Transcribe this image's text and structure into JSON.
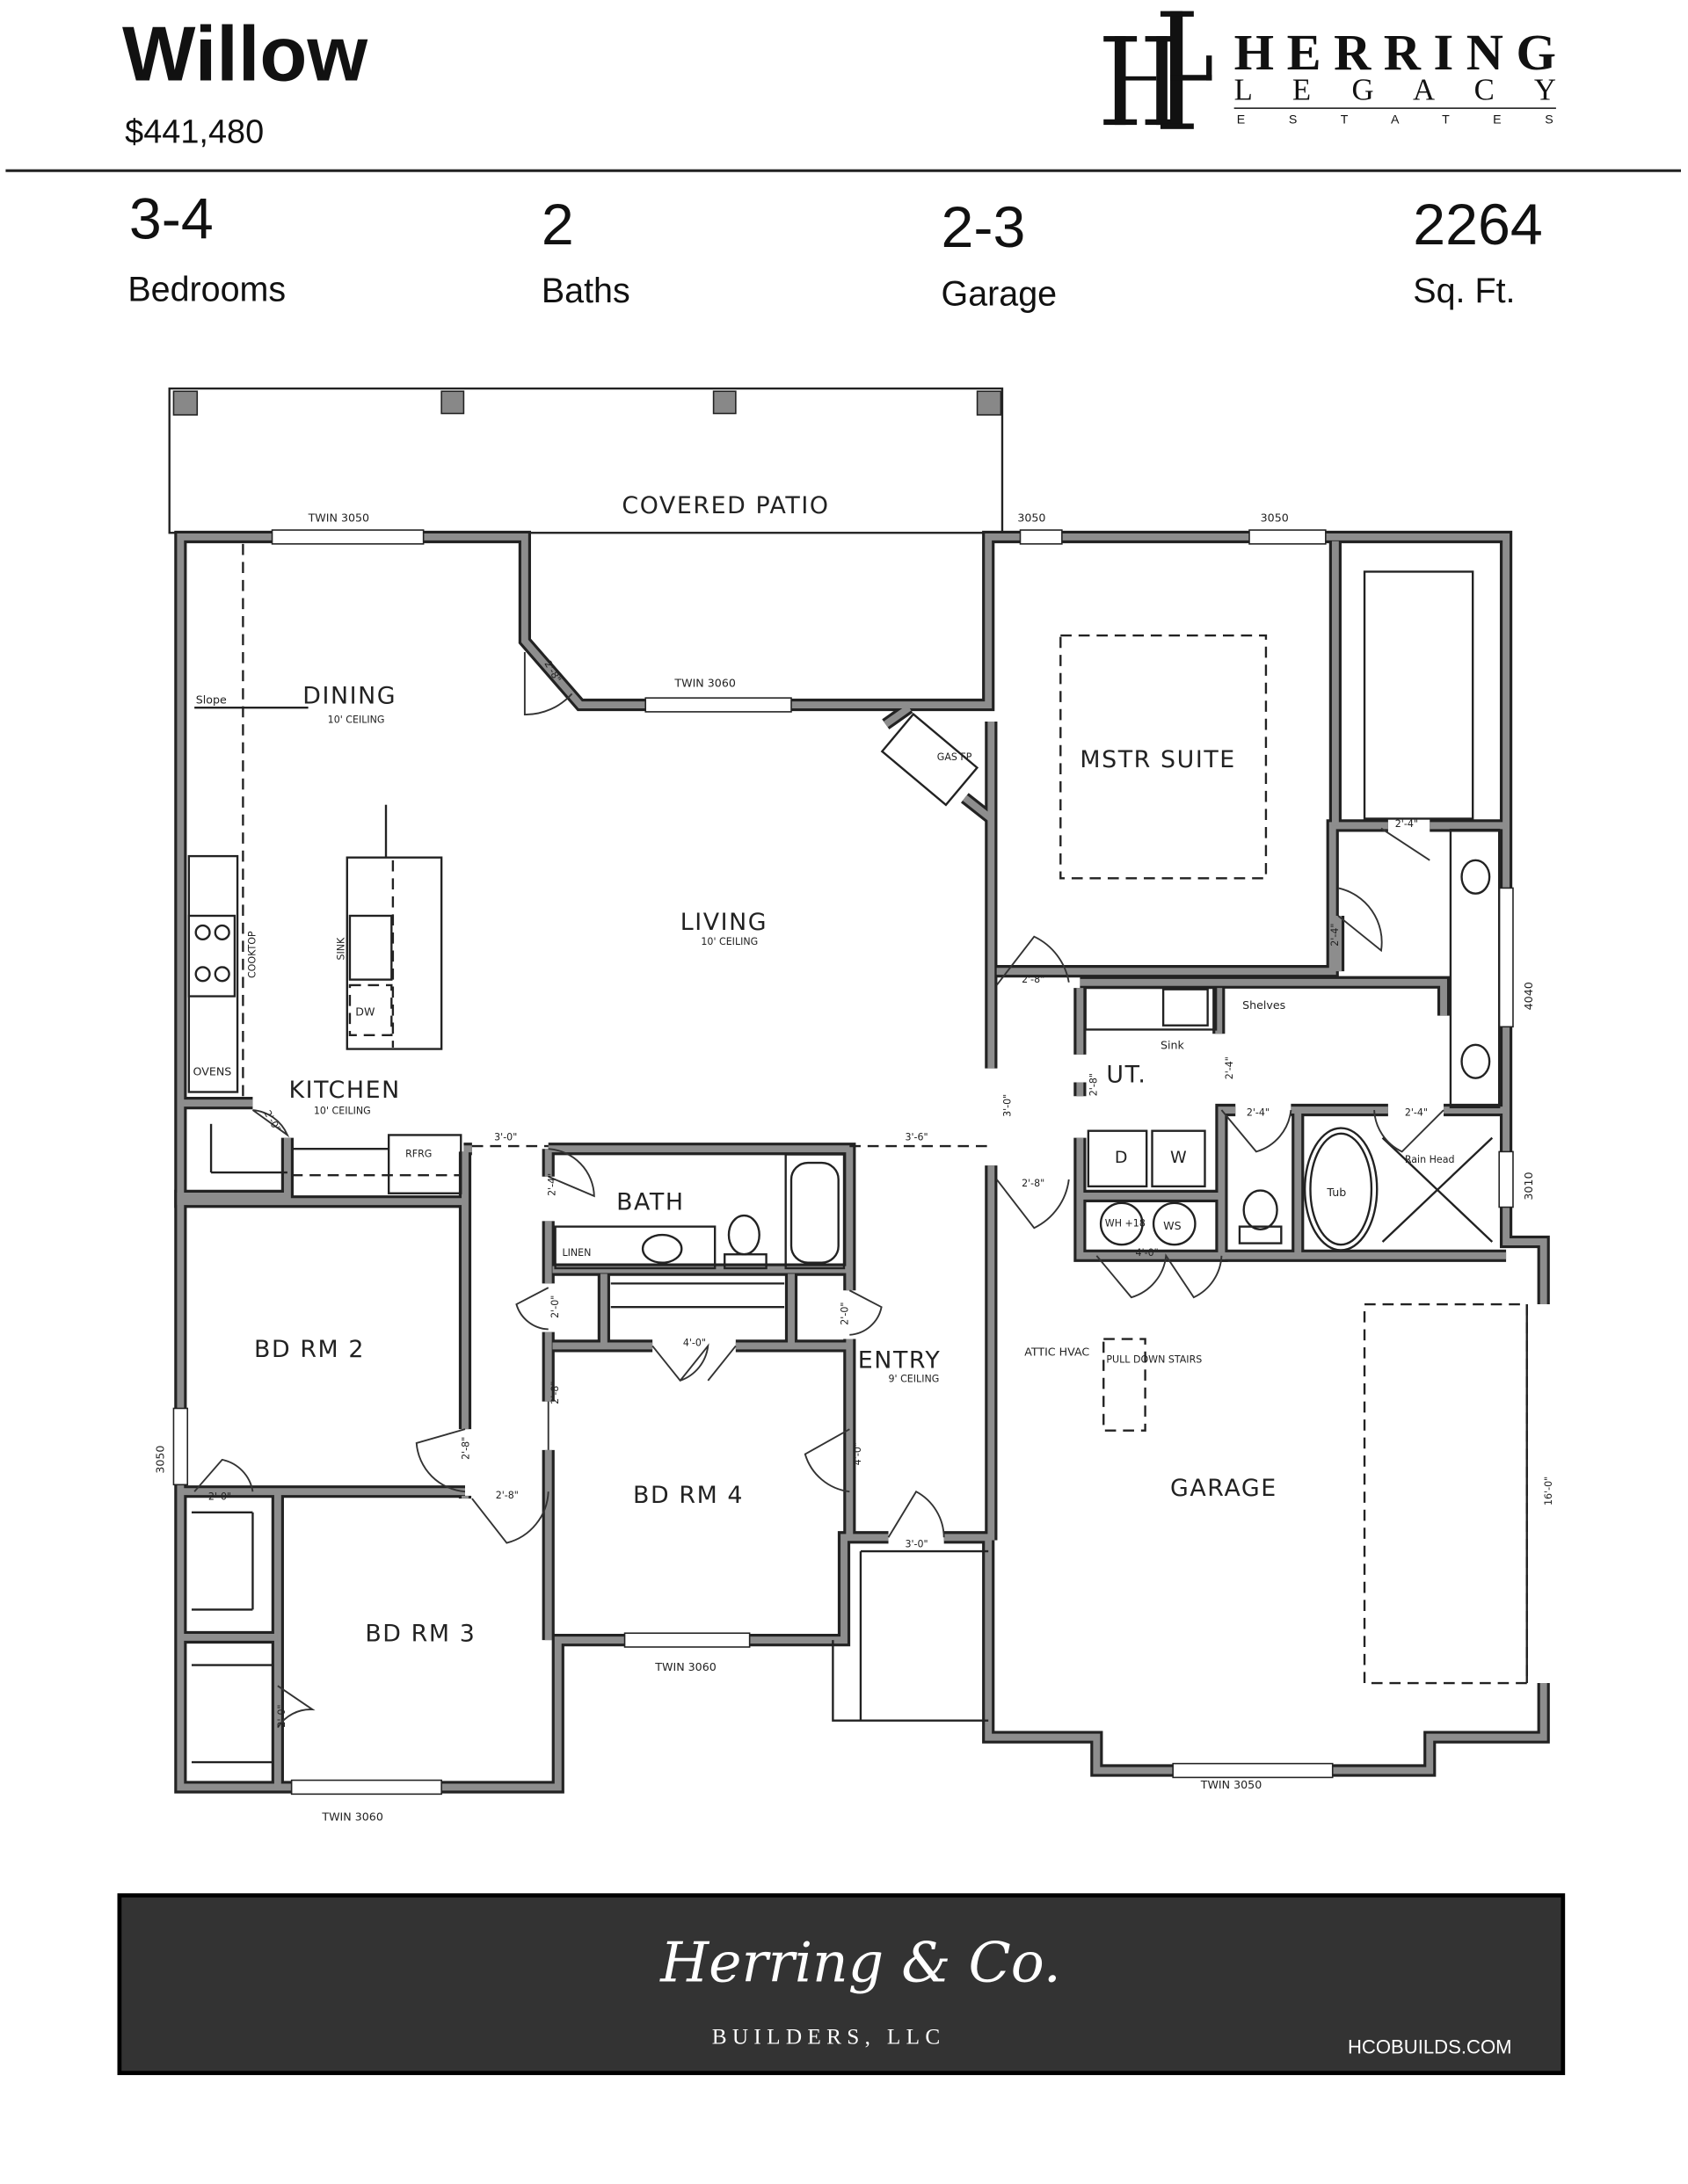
{
  "header": {
    "plan_name": "Willow",
    "price": "$441,480",
    "logo": {
      "line1": "HERRING",
      "line2": "LEGACY",
      "line3": "ESTATES"
    }
  },
  "stats": [
    {
      "value": "3-4",
      "label": "Bedrooms"
    },
    {
      "value": "2",
      "label": "Baths"
    },
    {
      "value": "2-3",
      "label": "Garage"
    },
    {
      "value": "2264",
      "label": "Sq. Ft."
    }
  ],
  "floorplan": {
    "rooms": {
      "covered_patio": "COVERED PATIO",
      "dining": "DINING",
      "dining_ceiling": "10' CEILING",
      "living": "LIVING",
      "living_ceiling": "10' CEILING",
      "kitchen": "KITCHEN",
      "kitchen_ceiling": "10' CEILING",
      "mstr_suite": "MSTR SUITE",
      "bath": "BATH",
      "entry": "ENTRY",
      "entry_ceiling": "9' CEILING",
      "bd_rm_2": "BD RM 2",
      "bd_rm_3": "BD RM 3",
      "bd_rm_4": "BD RM 4",
      "utility": "UT.",
      "garage": "GARAGE"
    },
    "labels": {
      "slope": "Slope",
      "cooktop": "COOKTOP",
      "sink": "SINK",
      "dw": "DW",
      "ovens": "OVENS",
      "rfrg": "RFRG",
      "gas_fp": "GAS FP",
      "linen": "LINEN",
      "shelves": "Shelves",
      "ut_sink": "Sink",
      "dryer": "D",
      "washer": "W",
      "wh": "WH +18",
      "ws": "WS",
      "tub": "Tub",
      "rain_head": "Rain Head",
      "attic_hvac": "ATTIC HVAC",
      "pull_down_stairs": "PULL DOWN STAIRS"
    },
    "windows": {
      "w1": "TWIN 3050",
      "w2": "TWIN 3060",
      "w3": "3050",
      "w4": "3050",
      "w5": "4040",
      "w6": "3010",
      "w7": "3050",
      "w8": "TWIN 3060",
      "w9": "TWIN 3060",
      "w10": "TWIN 3050"
    },
    "dims": {
      "d_dining_door": "2'-8\"",
      "d_kitchen_door": "2'-0\"",
      "d_hall1": "3'-0\"",
      "d_hall2": "3'-6\"",
      "d_living_mstr": "3'-0\"",
      "d_mstr1": "2'-8\"",
      "d_mstr2": "2'-8\"",
      "d_closet1": "2'-4\"",
      "d_closet2": "2'-4\"",
      "d_ut": "2'-8\"",
      "d_ut2": "2'-4\"",
      "d_wc": "2'-4\"",
      "d_shower": "2'-4\"",
      "d_mech": "4'-0\"",
      "d_bath": "2'-4\"",
      "d_linen1": "2'-0\"",
      "d_linen2": "2'-0\"",
      "d_bd4_closet": "4'-0\"",
      "d_bd4": "2'-8\"",
      "d_bd2": "2'-8\"",
      "d_bd2_closet": "2'-0\"",
      "d_hall3": "2'-8\"",
      "d_entry": "4'-0\"",
      "d_front": "3'-0\"",
      "d_bd3_closet": "2'-0\"",
      "d_garage_door": "16'-0\""
    }
  },
  "footer": {
    "builder_script": "Herring & Co.",
    "builder_sub": "BUILDERS, LLC",
    "website": "HCOBUILDS.COM"
  }
}
